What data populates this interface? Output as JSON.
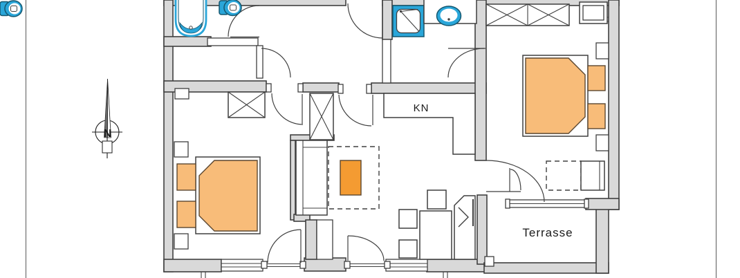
{
  "labels": {
    "kitchen": "KN",
    "terrace": "Terrasse",
    "north": "N"
  },
  "colors": {
    "wall": "#d9d9d9",
    "outline": "#3f3f3f",
    "blue": "#2aa6d9",
    "blueDark": "#14566e",
    "bed": "#f8bc79",
    "bedStroke": "#5a4630",
    "accent": "#f49b32"
  }
}
